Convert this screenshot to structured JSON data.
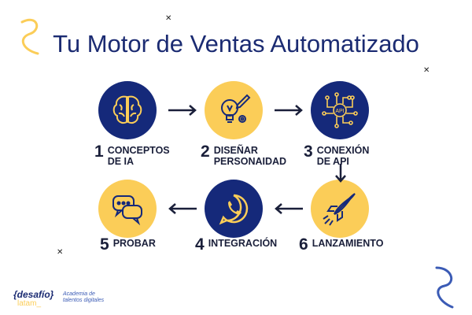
{
  "title": "Tu Motor de Ventas Automatizado",
  "steps": [
    {
      "num": "1",
      "line1": "CONCEPTOS",
      "line2": "DE IA",
      "icon": "brain-icon"
    },
    {
      "num": "2",
      "line1": "DISEÑAR",
      "line2": "PERSONAIDAD",
      "icon": "lightbulb-icon"
    },
    {
      "num": "3",
      "line1": "CONEXIÓN",
      "line2": "DE API",
      "icon": "api-icon",
      "badge": "API"
    },
    {
      "num": "4",
      "line1": "INTEGRACIÓN",
      "icon": "whatsapp-icon"
    },
    {
      "num": "5",
      "line1": "PROBAR",
      "icon": "chat-icon"
    },
    {
      "num": "6",
      "line1": "LANZAMIENTO",
      "icon": "rocket-icon"
    }
  ],
  "footer": {
    "brand": "{desafío}",
    "brand_sub": "latam_",
    "tagline1": "Academia de",
    "tagline2": "talentos digitales"
  },
  "colors": {
    "navy": "#15297a",
    "yellow": "#fbcd58"
  }
}
